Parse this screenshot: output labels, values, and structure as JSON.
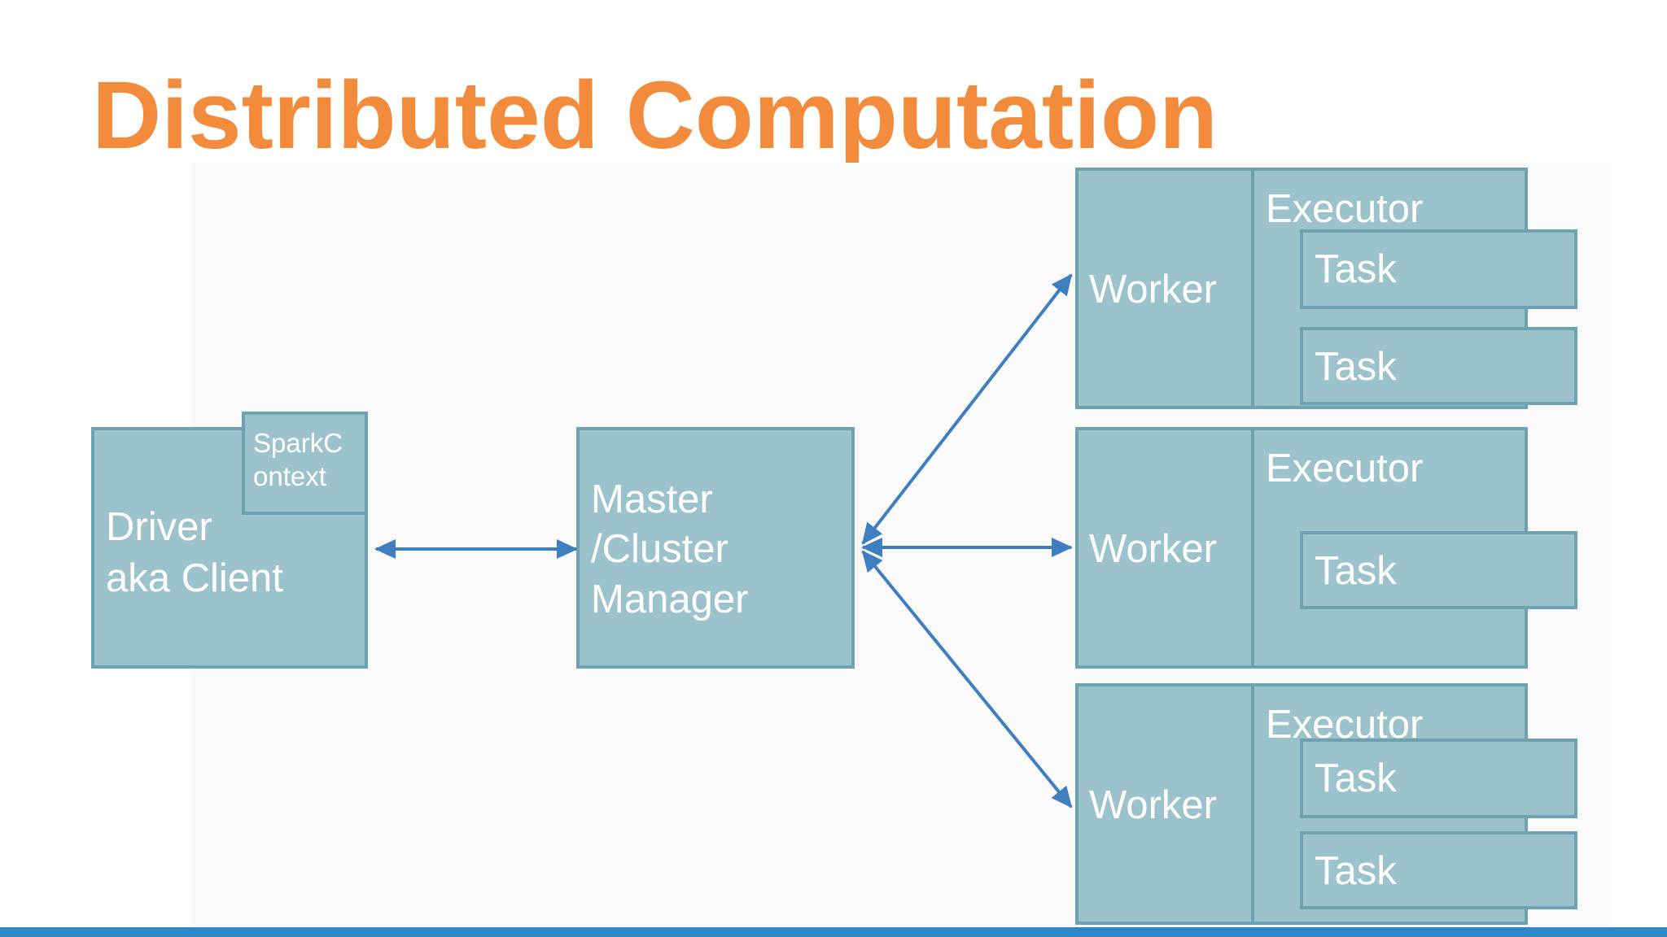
{
  "title": "Distributed Computation",
  "driver": {
    "label": "Driver\naka Client",
    "spark_context": "SparkC\nontext"
  },
  "master": {
    "label": "Master\n/Cluster\nManager"
  },
  "workers": [
    {
      "worker_label": "Worker",
      "executor_label": "Executor",
      "tasks": [
        "Task",
        "Task"
      ]
    },
    {
      "worker_label": "Worker",
      "executor_label": "Executor",
      "tasks": [
        "Task"
      ]
    },
    {
      "worker_label": "Worker",
      "executor_label": "Executor",
      "tasks": [
        "Task",
        "Task"
      ]
    }
  ],
  "colors": {
    "title": "#f28c3c",
    "box_fill": "#9cc3cb",
    "box_border": "#6fa2b1",
    "arrow": "#3f7fbf",
    "bottom_bar": "#2e86c8"
  }
}
